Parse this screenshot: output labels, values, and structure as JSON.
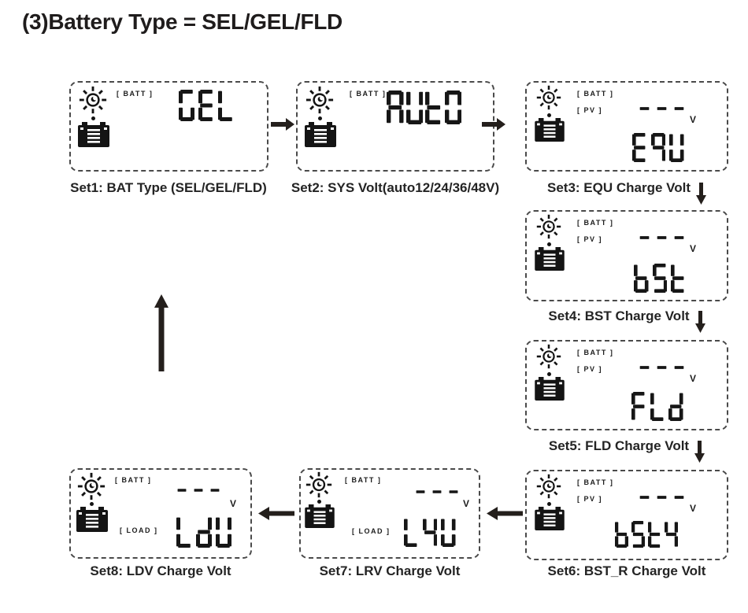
{
  "title": "(3)Battery Type = SEL/GEL/FLD",
  "lcd_labels": {
    "batt": "[ BATT ]",
    "pv": "[ PV ]",
    "load": "[ LOAD ]",
    "volt_unit": "V",
    "no_value": "---"
  },
  "panels": [
    {
      "name": "Set1",
      "display": "GEL",
      "caption": "Set1: BAT Type (SEL/GEL/FLD)"
    },
    {
      "name": "Set2",
      "display": "AUt0",
      "caption": "Set2: SYS Volt(auto12/24/36/48V)"
    },
    {
      "name": "Set3",
      "display": "E9U",
      "caption": "Set3: EQU Charge Volt"
    },
    {
      "name": "Set4",
      "display": "bSt",
      "caption": "Set4: BST Charge Volt"
    },
    {
      "name": "Set5",
      "display": "FLd",
      "caption": "Set5: FLD Charge Volt"
    },
    {
      "name": "Set6",
      "display": "bStr",
      "caption": "Set6: BST_R Charge Volt"
    },
    {
      "name": "Set7",
      "display": "LrU",
      "caption": "Set7: LRV Charge Volt"
    },
    {
      "name": "Set8",
      "display": "LdU",
      "caption": "Set8: LDV Charge Volt"
    }
  ],
  "colors": {
    "ink": "#262626",
    "lcd_segment": "#161616",
    "arrow": "#241f1c"
  }
}
